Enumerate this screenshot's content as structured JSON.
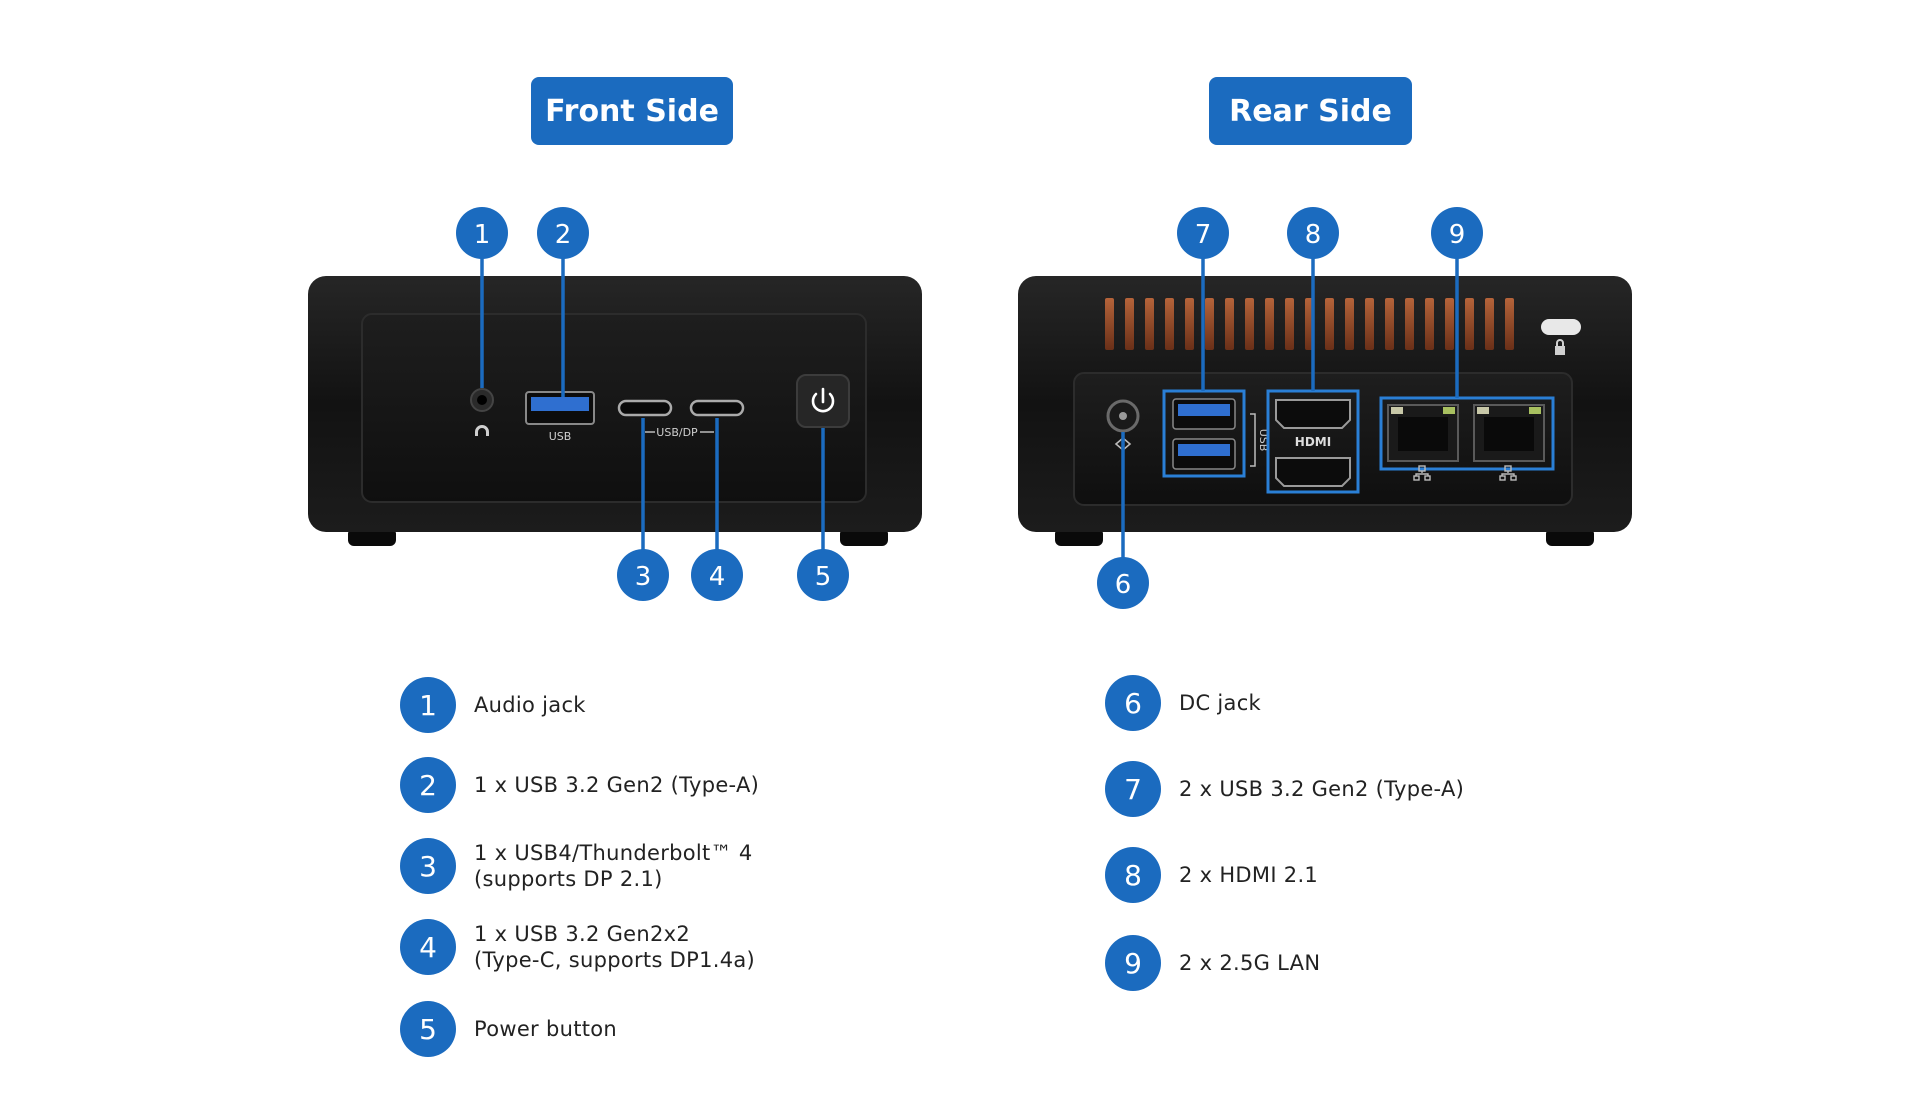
{
  "front": {
    "title": "Front Side"
  },
  "rear": {
    "title": "Rear Side"
  },
  "device_labels": {
    "usb_a": "USB",
    "usbc": "USB/DP",
    "rear_usb": "USB",
    "hdmi": "HDMI"
  },
  "callouts": [
    "1",
    "2",
    "3",
    "4",
    "5",
    "6",
    "7",
    "8",
    "9"
  ],
  "legend_front": [
    {
      "num": "1",
      "lines": [
        "Audio jack"
      ]
    },
    {
      "num": "2",
      "lines": [
        "1 x USB 3.2 Gen2 (Type-A)"
      ]
    },
    {
      "num": "3",
      "lines": [
        "1 x USB4/Thunderbolt™ 4",
        "(supports DP 2.1)"
      ]
    },
    {
      "num": "4",
      "lines": [
        "1 x USB 3.2 Gen2x2",
        "(Type-C, supports DP1.4a)"
      ]
    },
    {
      "num": "5",
      "lines": [
        "Power button"
      ]
    }
  ],
  "legend_rear": [
    {
      "num": "6",
      "lines": [
        "DC jack"
      ]
    },
    {
      "num": "7",
      "lines": [
        "2 x USB 3.2 Gen2 (Type-A)"
      ]
    },
    {
      "num": "8",
      "lines": [
        "2 x HDMI 2.1"
      ]
    },
    {
      "num": "9",
      "lines": [
        "2 x 2.5G  LAN"
      ]
    }
  ],
  "colors": {
    "accent": "#1b6bbf",
    "chassis": "#141414",
    "port_highlight": "#2a7fd6",
    "usb_blue": "#2f6fd0"
  }
}
